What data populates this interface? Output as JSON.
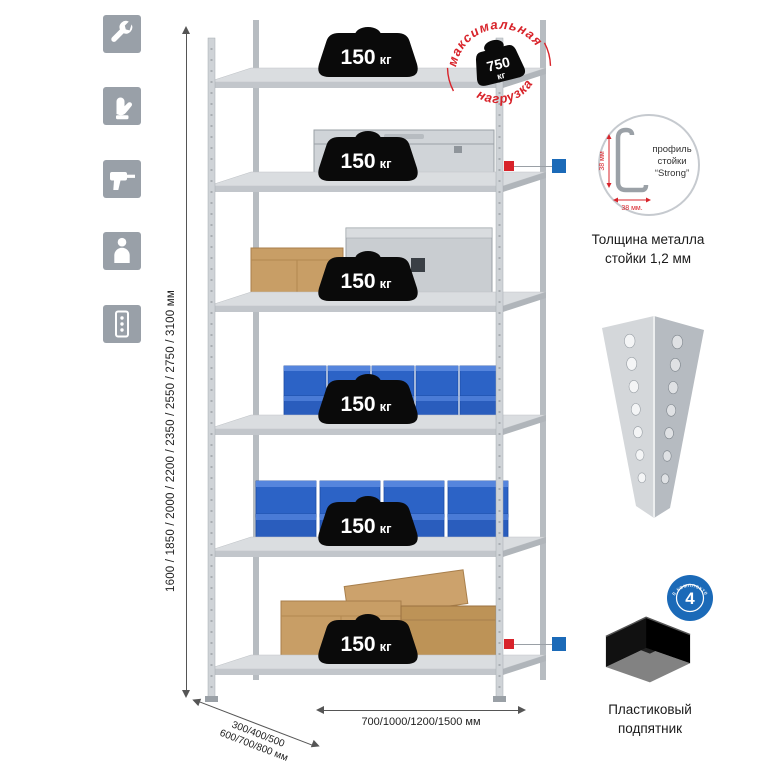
{
  "left_icons": [
    {
      "name": "wrench"
    },
    {
      "name": "gloves"
    },
    {
      "name": "drill"
    },
    {
      "name": "person"
    },
    {
      "name": "rack-post"
    }
  ],
  "dimensions": {
    "height": "1600 / 1850 / 2000 / 2200 / 2350 / 2550 / 2750 / 3100 мм",
    "depth_line1": "300/400/500",
    "depth_line2": "600/700/800 мм",
    "width": "700/1000/1200/1500 мм"
  },
  "shelf_badges": [
    {
      "value": "150",
      "unit": "кг"
    },
    {
      "value": "150",
      "unit": "кг"
    },
    {
      "value": "150",
      "unit": "кг"
    },
    {
      "value": "150",
      "unit": "кг"
    },
    {
      "value": "150",
      "unit": "кг"
    },
    {
      "value": "150",
      "unit": "кг"
    }
  ],
  "max_load_stamp": {
    "arc_top": "максимальная",
    "arc_bottom": "нагрузка",
    "value": "750",
    "unit": "кг"
  },
  "profile_callout": {
    "line1": "профиль",
    "line2": "стойки",
    "line3": "“Strong”",
    "dim_vertical": "38 мм",
    "dim_horizontal": "38 мм."
  },
  "thickness_note": {
    "line1": "Толщина металла",
    "line2": "стойки 1,2 мм"
  },
  "foot": {
    "badge_value": "4",
    "badge_ring": "в комплекте",
    "label_line1": "Пластиковый",
    "label_line2": "подпятник"
  },
  "colors": {
    "accent_red": "#d8232a",
    "accent_blue": "#1b6ab8",
    "metal_gray": "#c9cdd1",
    "bin_blue": "#2c63c6"
  }
}
